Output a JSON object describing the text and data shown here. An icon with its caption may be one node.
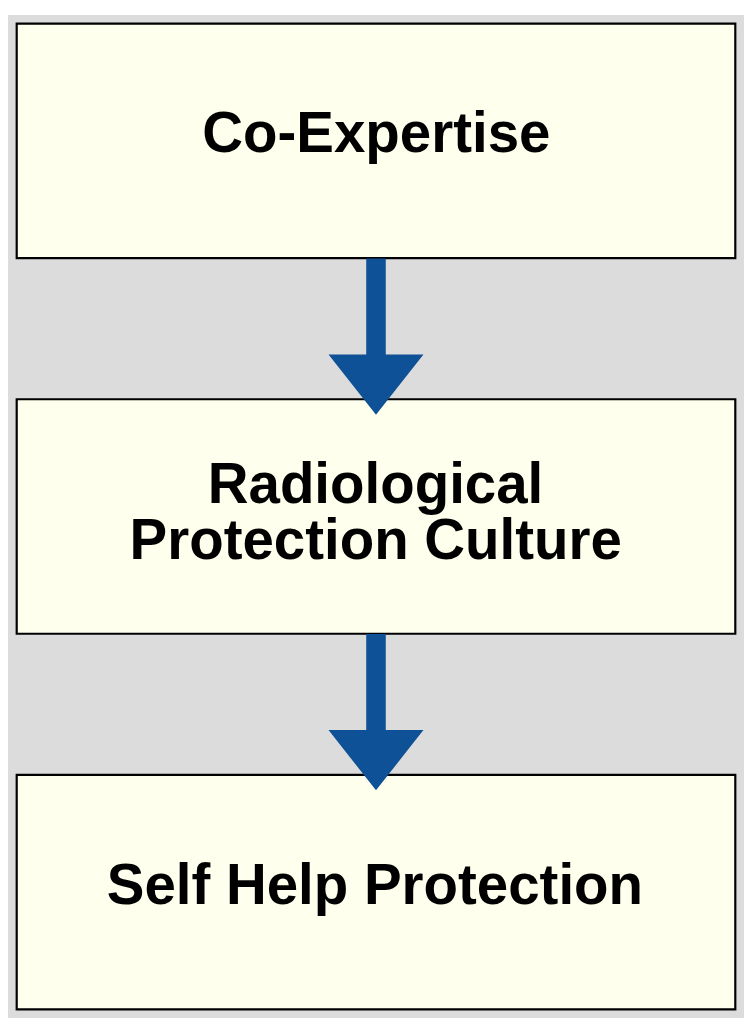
{
  "diagram": {
    "nodes": [
      {
        "text": [
          "Co-Expertise"
        ]
      },
      {
        "text": [
          "Radiological Protection Culture"
        ]
      },
      {
        "text": [
          "Self Help Protection"
        ]
      }
    ],
    "edges": [
      {
        "from": 0,
        "to": 1,
        "arrow": "to"
      },
      {
        "from": 1,
        "to": 2,
        "arrow": "to"
      }
    ]
  }
}
